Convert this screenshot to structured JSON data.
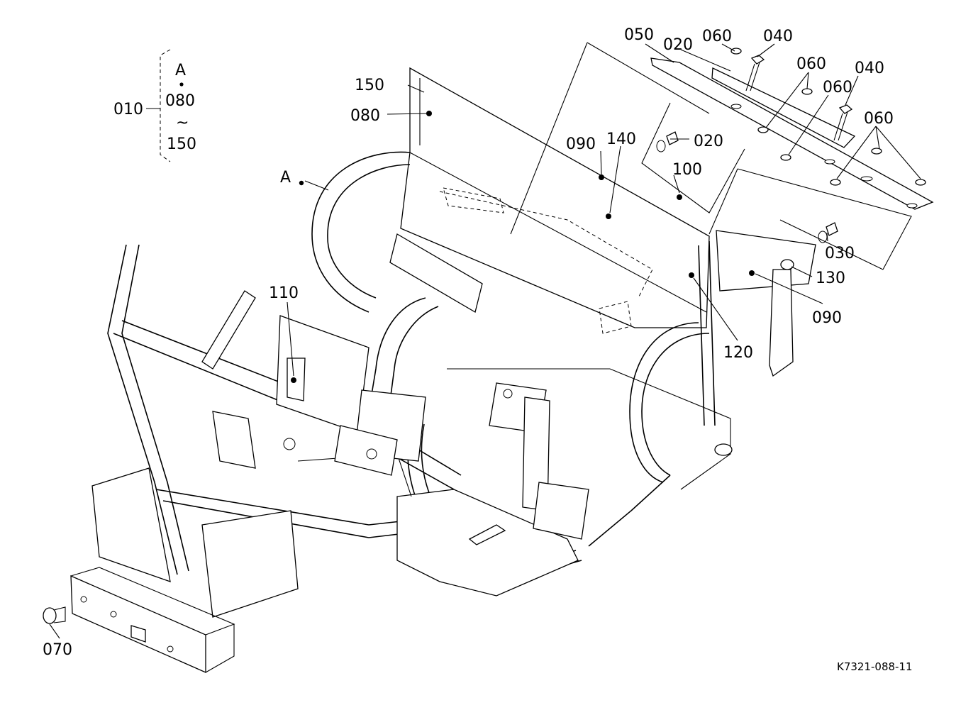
{
  "diagram": {
    "drawing_code": "K7321-088-11",
    "group": {
      "label": "010",
      "ref_point": "A",
      "range_start": "080",
      "range_sep": "~",
      "range_end": "150"
    },
    "callouts": [
      {
        "id": "010",
        "text": "010"
      },
      {
        "id": "020-top",
        "text": "020"
      },
      {
        "id": "020-right",
        "text": "020"
      },
      {
        "id": "030",
        "text": "030"
      },
      {
        "id": "040-top",
        "text": "040"
      },
      {
        "id": "040-right",
        "text": "040"
      },
      {
        "id": "050",
        "text": "050"
      },
      {
        "id": "060-a",
        "text": "060"
      },
      {
        "id": "060-b",
        "text": "060"
      },
      {
        "id": "060-c",
        "text": "060"
      },
      {
        "id": "060-d",
        "text": "060"
      },
      {
        "id": "070",
        "text": "070"
      },
      {
        "id": "080",
        "text": "080"
      },
      {
        "id": "090-left",
        "text": "090"
      },
      {
        "id": "090-right",
        "text": "090"
      },
      {
        "id": "100",
        "text": "100"
      },
      {
        "id": "110",
        "text": "110"
      },
      {
        "id": "120",
        "text": "120"
      },
      {
        "id": "130",
        "text": "130"
      },
      {
        "id": "140",
        "text": "140"
      },
      {
        "id": "150",
        "text": "150"
      },
      {
        "id": "A",
        "text": "A"
      }
    ]
  }
}
